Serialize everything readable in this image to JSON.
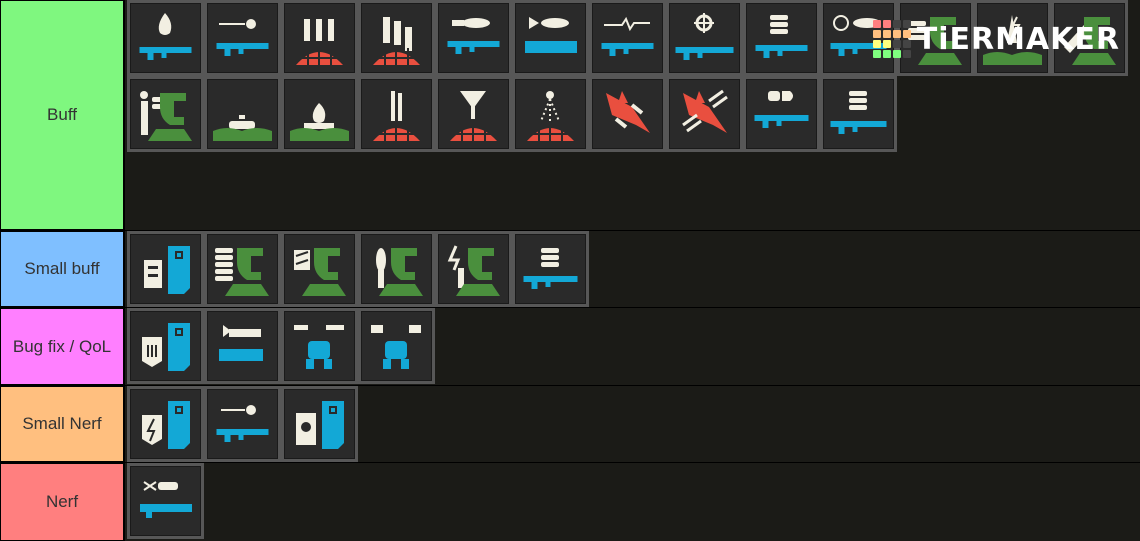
{
  "logo": {
    "text": "TiERMAKER",
    "grid_colors": [
      "#ff7f7f",
      "#ff7f7f",
      "#444444",
      "#444444",
      "#ffbf7f",
      "#ffbf7f",
      "#ffbf7f",
      "#ffbf7f",
      "#ffff7f",
      "#ffff7f",
      "#444444",
      "#444444",
      "#7fff7f",
      "#7fff7f",
      "#7fff7f",
      "#444444"
    ]
  },
  "colors": {
    "cyan": "#13a8d6",
    "white": "#f2efe2",
    "red": "#e94f3f",
    "green": "#4a8f3d",
    "tile_bg": "#2a2a2a",
    "row_bg": "#1b1b17"
  },
  "tiers": [
    {
      "label": "Buff",
      "color": "#7ff77f",
      "items": [
        "incendiary-weapon-icon",
        "laser-weapon-icon",
        "orbital-three-shells-icon",
        "orbital-staggered-shells-icon",
        "recoilless-launcher-icon",
        "spear-launcher-icon",
        "arc-thrower-icon",
        "anti-materiel-rifle-icon",
        "machine-gun-icon",
        "expendable-launcher-icon",
        "mg-sentry-icon",
        "tesla-tower-icon",
        "rocket-sentry-icon",
        "gatling-sentry-person-icon",
        "minefield-icon",
        "incendiary-mines-icon",
        "orbital-walking-barrage-icon",
        "orbital-precision-strike-icon",
        "orbital-laser-icon",
        "eagle-cluster-bomb-icon",
        "eagle-strafing-run-icon",
        "autocannon-icon",
        "stalwart-icon"
      ]
    },
    {
      "label": "Small buff",
      "color": "#7fbfff",
      "items": [
        "supply-pack-icon",
        "gatling-sentry-icon",
        "autocannon-sentry-icon",
        "mortar-sentry-icon",
        "ems-mortar-sentry-icon",
        "heavy-mg-icon"
      ]
    },
    {
      "label": "Bug fix / QoL",
      "color": "#ff7fff",
      "items": [
        "ballistic-shield-pack-icon",
        "quasar-cannon-icon",
        "patriot-exosuit-icon",
        "emancipator-exosuit-icon"
      ]
    },
    {
      "label": "Small Nerf",
      "color": "#ffbf7f",
      "items": [
        "shield-generator-pack-icon",
        "laser-cannon-icon",
        "guard-dog-rover-icon"
      ]
    },
    {
      "label": "Nerf",
      "color": "#ff7f7f",
      "items": [
        "railgun-icon"
      ]
    }
  ]
}
